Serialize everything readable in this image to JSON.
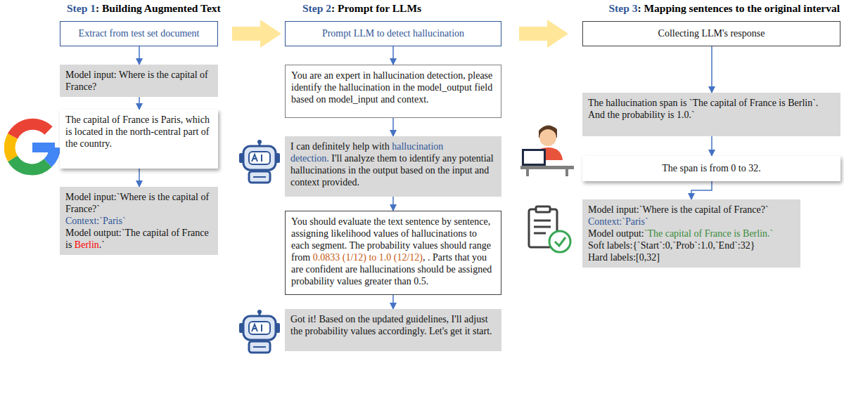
{
  "diagram": {
    "nodes": [
      {
        "text": [
          "Extract from test set document"
        ]
      },
      {
        "text": [
          "Model input: Where is the capital of France?"
        ]
      },
      {
        "text": [
          "The capital of France is Paris, which is located in the north-central part of the country."
        ]
      },
      {
        "text": [
          "Model input:`Where is the capital of France?`",
          "Context:`Paris`",
          "Model output:`The capital  of France is",
          "Berlin",
          ".`"
        ]
      },
      {
        "text": [
          "Prompt LLM to detect hallucination"
        ]
      },
      {
        "text": [
          "You are an expert in hallucination detection, please identify the hallucination in the model_output field based on model_input and context."
        ]
      },
      {
        "text": [
          "I can definitely help with",
          "hallucination detection.",
          "I'll analyze them to identify any potential hallucinations in the output based on the input and context provided."
        ]
      },
      {
        "text": [
          "You should evaluate the text sentence by sentence, assigning likelihood values of hallucinations to each segment. The probability values should range from",
          "0.0833 (1/12) to 1.0 (12/12)",
          ", . Parts that you are confident are hallucinations should be assigned probability values greater than 0.5."
        ]
      },
      {
        "text": [
          "Got it! Based on the updated guidelines, I'll adjust the probability values accordingly. Let's get it start."
        ]
      },
      {
        "text": [
          "Collecting LLM's response"
        ]
      },
      {
        "text": [
          "The hallucination span is `The capital of France is Berlin`. And the probability is 1.0.`"
        ]
      },
      {
        "text": [
          "The span is from 0 to 32."
        ]
      },
      {
        "text": [
          "Model input:`Where is the capital of France?`",
          "Context:`Paris`",
          "Model output:",
          "`The capital of France is Berlin.`",
          "Soft labels:{`Start`:0,`Prob`:1.0,`End`:32}",
          "Hard labels:[0,32]"
        ]
      }
    ],
    "edges": [
      {
        "from": 0,
        "to": 1,
        "arrow": "to"
      },
      {
        "from": 1,
        "to": 2,
        "arrow": "to"
      },
      {
        "from": 2,
        "to": 3,
        "arrow": "to"
      },
      {
        "from": 4,
        "to": 5,
        "arrow": "to"
      },
      {
        "from": 5,
        "to": 6,
        "arrow": "to"
      },
      {
        "from": 6,
        "to": 7,
        "arrow": "to"
      },
      {
        "from": 7,
        "to": 8,
        "arrow": "to"
      },
      {
        "from": 9,
        "to": 10,
        "arrow": "to"
      },
      {
        "from": 10,
        "to": 11,
        "arrow": "to"
      },
      {
        "from": 11,
        "to": 12,
        "arrow": "to"
      }
    ],
    "labels": [
      "Step 1",
      ": Building Augmented Text",
      "Step 2",
      ": Prompt for LLMs",
      "Step 3",
      ": Mapping sentences to the original interval"
    ]
  }
}
